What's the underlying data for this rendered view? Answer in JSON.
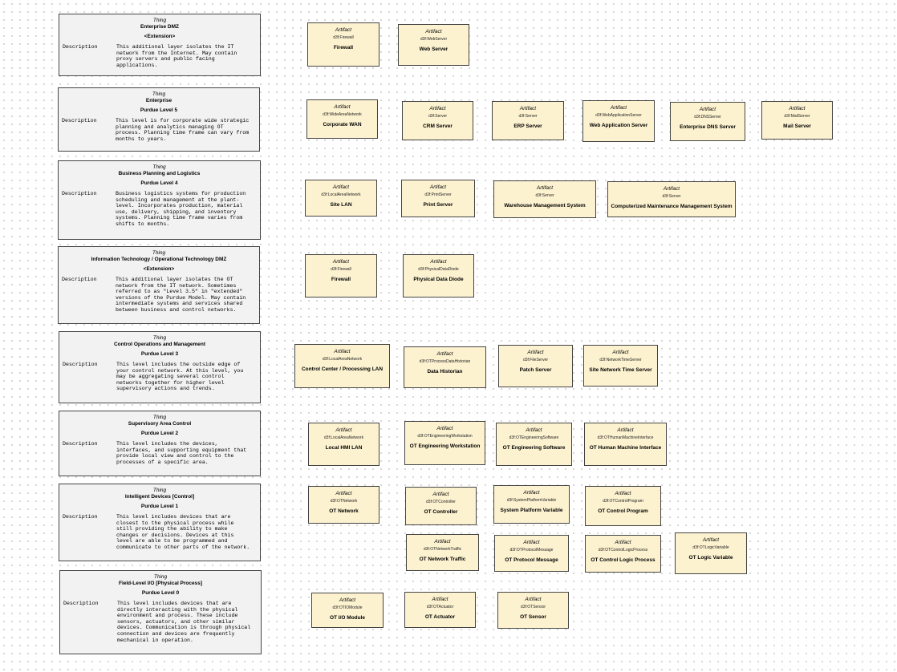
{
  "levels": [
    {
      "type": "Thing",
      "name": "Enterprise DMZ",
      "sub": "<Extension>",
      "key": "Description",
      "value": "This additional layer isolates the IT network from the Internet. May contain proxy servers and public facing applications."
    },
    {
      "type": "Thing",
      "name": "Enterprise",
      "sub": "Purdue Level 5",
      "key": "Description",
      "value": "This level is for corporate wide strategic planning and analytics managing OT process. Planning time frame can vary from months to years."
    },
    {
      "type": "Thing",
      "name": "Business Planning and Logistics",
      "sub": "Purdue Level 4",
      "key": "Description",
      "value": "Business logistics systems for production scheduling and management at the plant-level. Incorporates production, material use, delivery, shipping, and inventory systems. Planning time frame varies from shifts to months."
    },
    {
      "type": "Thing",
      "name": "Information Technology / Operational Technology DMZ",
      "sub": "<Extension>",
      "key": "Description",
      "value": "This additional layer isolates the OT network from the IT network. Sometimes referred to as \"Level 3.5\" in \"extended\" versions of the Purdue Model. May contain intermediate systems and services shared between business and control networks."
    },
    {
      "type": "Thing",
      "name": "Control Operations and Management",
      "sub": "Purdue Level 3",
      "key": "Description",
      "value": "This level includes the outside edge of your control network. At this level, you may be aggregating several control networks together for higher level supervisory actions and trends."
    },
    {
      "type": "Thing",
      "name": "Supervisory Area Control",
      "sub": "Purdue Level 2",
      "key": "Description",
      "value": "This level includes the devices, interfaces, and supporting equipment that provide local view and control to the processes of a specific area."
    },
    {
      "type": "Thing",
      "name": "Intelligent Devices [Control]",
      "sub": "Purdue Level 1",
      "key": "Description",
      "value": "This level includes devices that are closest to the physical process while still providing the ability to make changes or decisions. Devices at this level are able to be programmed and communicate to other parts of the network."
    },
    {
      "type": "Thing",
      "name": "Field-Level I/O [Physical Process]",
      "sub": "Purdue Level 0",
      "key": "Description",
      "value": "This level includes devices that are directly interacting with the physical environment and process. These include sensors, actuators, and other similar devices. Communication is through physical connection and devices are frequently mechanical in operation."
    }
  ],
  "artifacts": [
    {
      "type": "Artifact",
      "cls": "d3f:Firewall",
      "name": "Firewall"
    },
    {
      "type": "Artifact",
      "cls": "d3f:WebServer",
      "name": "Web Server"
    },
    {
      "type": "Artifact",
      "cls": "d3f:WideAreaNetwork",
      "name": "Corporate WAN"
    },
    {
      "type": "Artifact",
      "cls": "d3f:Server",
      "name": "CRM Server"
    },
    {
      "type": "Artifact",
      "cls": "d3f:Server",
      "name": "ERP Server"
    },
    {
      "type": "Artifact",
      "cls": "d3f:WebApplicationServer",
      "name": "Web Application Server"
    },
    {
      "type": "Artifact",
      "cls": "d3f:DNSServer",
      "name": "Enterprise DNS Server"
    },
    {
      "type": "Artifact",
      "cls": "d3f:MailServer",
      "name": "Mail Server"
    },
    {
      "type": "Artifact",
      "cls": "d3f:LocalAreaNetwork",
      "name": "Site LAN"
    },
    {
      "type": "Artifact",
      "cls": "d3f:PrintServer",
      "name": "Print Server"
    },
    {
      "type": "Artifact",
      "cls": "d3f:Server",
      "name": "Warehouse Management System"
    },
    {
      "type": "Artifact",
      "cls": "d3f:Server",
      "name": "Computerized Maintenance Management System"
    },
    {
      "type": "Artifact",
      "cls": "d3f:Firewall",
      "name": "Firewall"
    },
    {
      "type": "Artifact",
      "cls": "d3f:PhysicalDataDiode",
      "name": "Physical Data Diode"
    },
    {
      "type": "Artifact",
      "cls": "d3f:LocalAreaNetwork",
      "name": "Control Center / Processing LAN"
    },
    {
      "type": "Artifact",
      "cls": "d3f:OTProcessDataHistorian",
      "name": "Data Historian"
    },
    {
      "type": "Artifact",
      "cls": "d3f:FileServer",
      "name": "Patch Server"
    },
    {
      "type": "Artifact",
      "cls": "d3f:NetworkTimeServer",
      "name": "Site Network Time Server"
    },
    {
      "type": "Artifact",
      "cls": "d3f:LocalAreaNetwork",
      "name": "Local HMI LAN"
    },
    {
      "type": "Artifact",
      "cls": "d3f:OTEngineeringWorkstation",
      "name": "OT Engineering Workstation"
    },
    {
      "type": "Artifact",
      "cls": "d3f:OTEngineeringSoftware",
      "name": "OT Engineering Software"
    },
    {
      "type": "Artifact",
      "cls": "d3f:OTHumanMachineInterface",
      "name": "OT Human Machine Interface"
    },
    {
      "type": "Artifact",
      "cls": "d3f:OTNetwork",
      "name": "OT Network"
    },
    {
      "type": "Artifact",
      "cls": "d3f:OTController",
      "name": "OT Controller"
    },
    {
      "type": "Artifact",
      "cls": "d3f:SystemPlatformVariable",
      "name": "System Platform Variable"
    },
    {
      "type": "Artifact",
      "cls": "d3f:OTControlProgram",
      "name": "OT Control Program"
    },
    {
      "type": "Artifact",
      "cls": "d3f:OTNetworkTraffic",
      "name": "OT Network Traffic"
    },
    {
      "type": "Artifact",
      "cls": "d3f:OTProtocolMessage",
      "name": "OT Protocol Message"
    },
    {
      "type": "Artifact",
      "cls": "d3f:OTControlLogicProcess",
      "name": "OT Control Logic Process"
    },
    {
      "type": "Artifact",
      "cls": "d3f:OTLogicVariable",
      "name": "OT Logic Variable"
    },
    {
      "type": "Artifact",
      "cls": "d3f:OTIOModule",
      "name": "OT I/O Module"
    },
    {
      "type": "Artifact",
      "cls": "d3f:OTActuator",
      "name": "OT Actuator"
    },
    {
      "type": "Artifact",
      "cls": "d3f:OTSensor",
      "name": "OT Sensor"
    }
  ]
}
